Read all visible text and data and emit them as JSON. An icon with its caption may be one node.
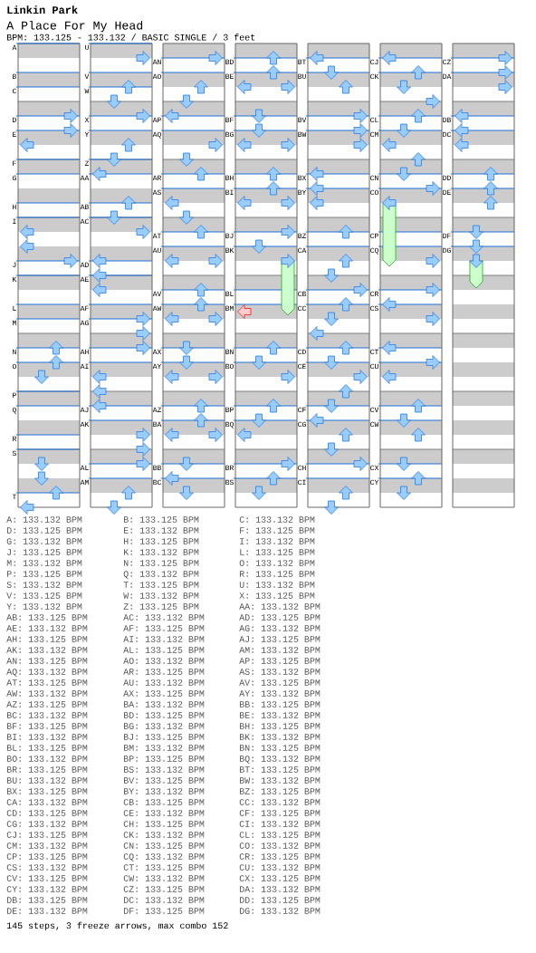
{
  "diagram": {
    "title": "A Place For My Head",
    "caption": "145 steps, 3 freeze arrows, max combo 152",
    "labels": [
      "Linkin Park",
      "BPM: 133.125 - 133.132 / BASIC SINGLE / 3 feet",
      "A",
      "B",
      "C",
      "D",
      "E",
      "F",
      "G",
      "H",
      "I",
      "J",
      "K",
      "L",
      "M",
      "N",
      "O",
      "P",
      "Q",
      "R",
      "S",
      "T",
      "U",
      "V",
      "W",
      "X",
      "Y",
      "Z",
      "AA",
      "AB",
      "AC",
      "AD",
      "AE",
      "AF",
      "AG",
      "AH",
      "AI",
      "AJ",
      "AK",
      "AL",
      "AM",
      "AN",
      "AO",
      "AP",
      "AQ",
      "AR",
      "AS",
      "AT",
      "AU",
      "AV",
      "AW",
      "AX",
      "AY",
      "AZ",
      "BA",
      "BB",
      "BC",
      "BD",
      "BE",
      "BF",
      "BG",
      "BH",
      "BI",
      "BJ",
      "BK",
      "BL",
      "BM",
      "BN",
      "BO",
      "BP",
      "BQ",
      "BR",
      "BS",
      "BT",
      "BU",
      "BV",
      "BW",
      "BX",
      "BY",
      "BZ",
      "CA",
      "CB",
      "CC",
      "CD",
      "CE",
      "CF",
      "CG",
      "CH",
      "CI",
      "CJ",
      "CK",
      "CL",
      "CM",
      "CN",
      "CO",
      "CP",
      "CQ",
      "CR",
      "CS",
      "CT",
      "CU",
      "CV",
      "CW",
      "CX",
      "CY",
      "CZ",
      "DA",
      "DB",
      "DC",
      "DD",
      "DE",
      "DF",
      "DG",
      "A: 133.132 BPM",
      "B: 133.125 BPM",
      "C: 133.132 BPM",
      "D: 133.125 BPM",
      "E: 133.132 BPM",
      "F: 133.125 BPM",
      "G: 133.132 BPM",
      "H: 133.125 BPM",
      "I: 133.132 BPM",
      "J: 133.125 BPM",
      "K: 133.132 BPM",
      "L: 133.125 BPM",
      "M: 133.132 BPM",
      "N: 133.125 BPM",
      "O: 133.132 BPM",
      "P: 133.125 BPM",
      "Q: 133.132 BPM",
      "R: 133.125 BPM",
      "S: 133.132 BPM",
      "T: 133.125 BPM",
      "U: 133.132 BPM",
      "V: 133.125 BPM",
      "W: 133.132 BPM",
      "X: 133.125 BPM",
      "Y: 133.132 BPM",
      "Z: 133.125 BPM",
      "AA: 133.132 BPM",
      "AB: 133.125 BPM",
      "AC: 133.132 BPM",
      "AD: 133.125 BPM",
      "AE: 133.132 BPM",
      "AF: 133.125 BPM",
      "AG: 133.132 BPM",
      "AH: 133.125 BPM",
      "AI: 133.132 BPM",
      "AJ: 133.125 BPM",
      "AK: 133.132 BPM",
      "AL: 133.125 BPM",
      "AM: 133.132 BPM",
      "AN: 133.125 BPM",
      "AO: 133.132 BPM",
      "AP: 133.125 BPM",
      "AQ: 133.132 BPM",
      "AR: 133.125 BPM",
      "AS: 133.132 BPM",
      "AT: 133.125 BPM",
      "AU: 133.132 BPM",
      "AV: 133.125 BPM",
      "AW: 133.132 BPM",
      "AX: 133.125 BPM",
      "AY: 133.132 BPM",
      "AZ: 133.125 BPM",
      "BA: 133.132 BPM",
      "BB: 133.125 BPM",
      "BC: 133.132 BPM",
      "BD: 133.125 BPM",
      "BE: 133.132 BPM",
      "BF: 133.125 BPM",
      "BG: 133.132 BPM",
      "BH: 133.125 BPM",
      "BI: 133.132 BPM",
      "BJ: 133.125 BPM",
      "BK: 133.132 BPM",
      "BL: 133.125 BPM",
      "BM: 133.132 BPM",
      "BN: 133.125 BPM",
      "BO: 133.132 BPM",
      "BP: 133.125 BPM",
      "BQ: 133.132 BPM",
      "BR: 133.125 BPM",
      "BS: 133.132 BPM",
      "BT: 133.125 BPM",
      "BU: 133.132 BPM",
      "BV: 133.125 BPM",
      "BW: 133.132 BPM",
      "BX: 133.125 BPM",
      "BY: 133.132 BPM",
      "BZ: 133.125 BPM",
      "CA: 133.132 BPM",
      "CB: 133.125 BPM",
      "CC: 133.132 BPM",
      "CD: 133.125 BPM",
      "CE: 133.132 BPM",
      "CF: 133.125 BPM",
      "CG: 133.132 BPM",
      "CH: 133.125 BPM",
      "CI: 133.132 BPM",
      "CJ: 133.125 BPM",
      "CK: 133.132 BPM",
      "CL: 133.125 BPM",
      "CM: 133.132 BPM",
      "CN: 133.125 BPM",
      "CO: 133.132 BPM",
      "CP: 133.125 BPM",
      "CQ: 133.132 BPM",
      "CR: 133.125 BPM",
      "CS: 133.132 BPM",
      "CT: 133.125 BPM",
      "CU: 133.132 BPM",
      "CV: 133.125 BPM",
      "CW: 133.132 BPM",
      "CX: 133.125 BPM",
      "CY: 133.132 BPM",
      "CZ: 133.125 BPM",
      "DA: 133.132 BPM",
      "DB: 133.125 BPM",
      "DC: 133.132 BPM",
      "DD: 133.125 BPM",
      "DE: 133.132 BPM",
      "DF: 133.125 BPM",
      "DG: 133.132 BPM"
    ]
  }
}
